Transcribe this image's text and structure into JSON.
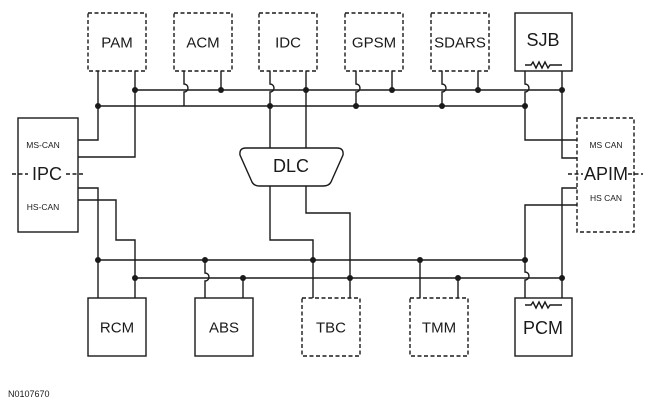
{
  "modules": {
    "pam": "PAM",
    "acm": "ACM",
    "idc": "IDC",
    "gpsm": "GPSM",
    "sdars": "SDARS",
    "sjb": "SJB",
    "ipc": "IPC",
    "ipc_ms_can": "MS-CAN",
    "ipc_hs_can": "HS-CAN",
    "apim": "APIM",
    "apim_ms_can": "MS CAN",
    "apim_hs_can": "HS CAN",
    "dlc": "DLC",
    "rcm": "RCM",
    "abs": "ABS",
    "tbc": "TBC",
    "tmm": "TMM",
    "pcm": "PCM"
  },
  "figure_id": "N0107670"
}
